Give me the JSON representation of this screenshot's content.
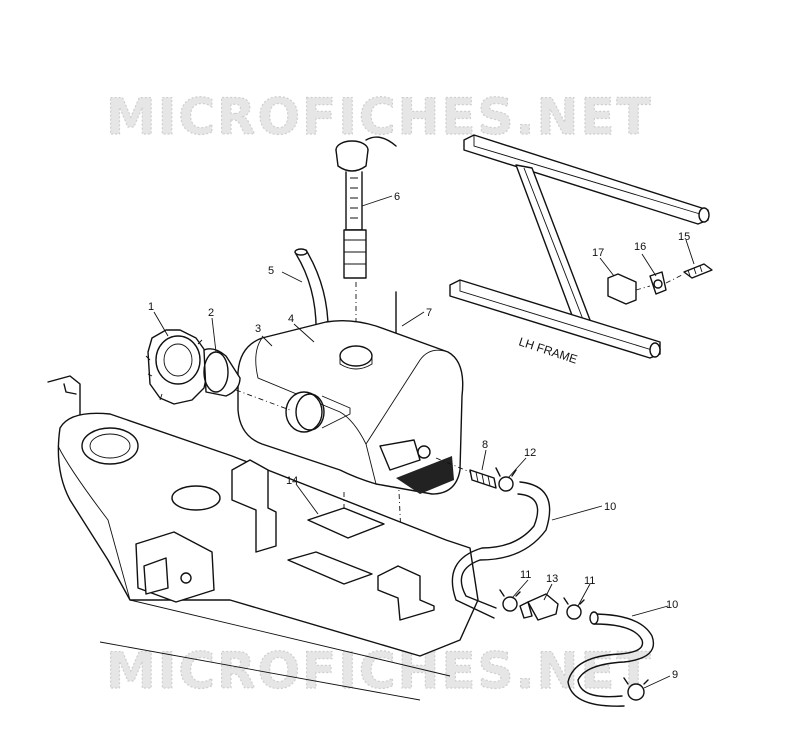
{
  "watermark": {
    "top": "MICROFICHES.NET",
    "bottom": "MICROFICHES.NET"
  },
  "frame_label": "LH FRAME",
  "callouts": {
    "c1": "1",
    "c2": "2",
    "c3": "3",
    "c4": "4",
    "c5": "5",
    "c6": "6",
    "c7": "7",
    "c8": "8",
    "c9": "9",
    "c10a": "10",
    "c10b": "10",
    "c11a": "11",
    "c11b": "11",
    "c12": "12",
    "c13": "13",
    "c14": "14",
    "c15": "15",
    "c16": "16",
    "c17": "17"
  }
}
